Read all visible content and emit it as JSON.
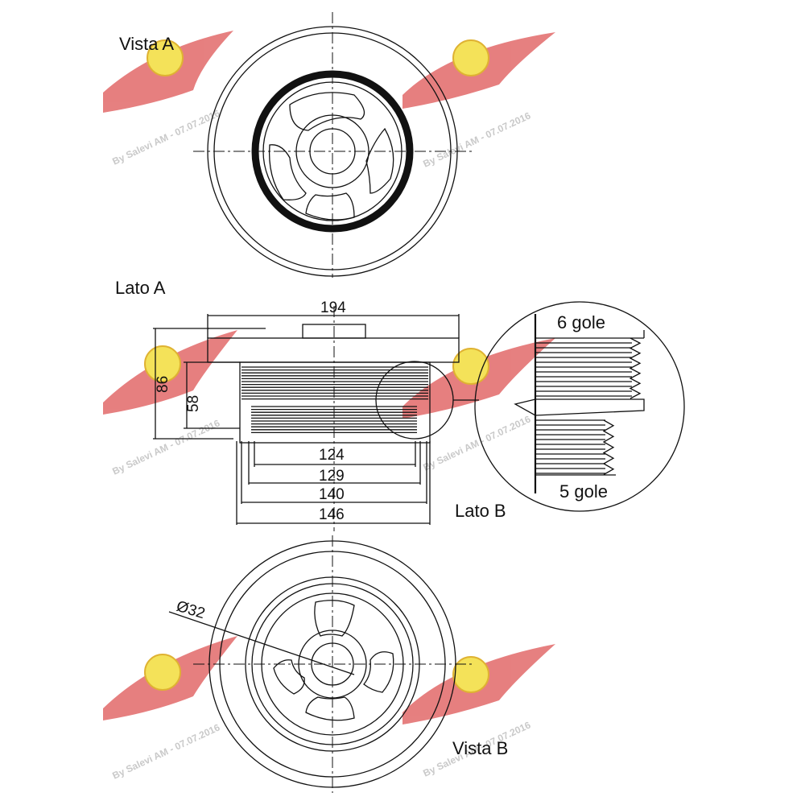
{
  "labels": {
    "vista_a": "Vista A",
    "lato_a": "Lato A",
    "lato_b": "Lato B",
    "vista_b": "Vista B",
    "gole_6": "6 gole",
    "gole_5": "5 gole"
  },
  "dimensions": {
    "d194": "194",
    "d86": "86",
    "d58": "58",
    "d124": "124",
    "d129": "129",
    "d140": "140",
    "d146": "146",
    "d32": "Ø32"
  },
  "watermark": {
    "text": "By Salevi AM - 07.07.2016",
    "color_wing": "#e06060",
    "color_badge": "#f2dc30"
  }
}
